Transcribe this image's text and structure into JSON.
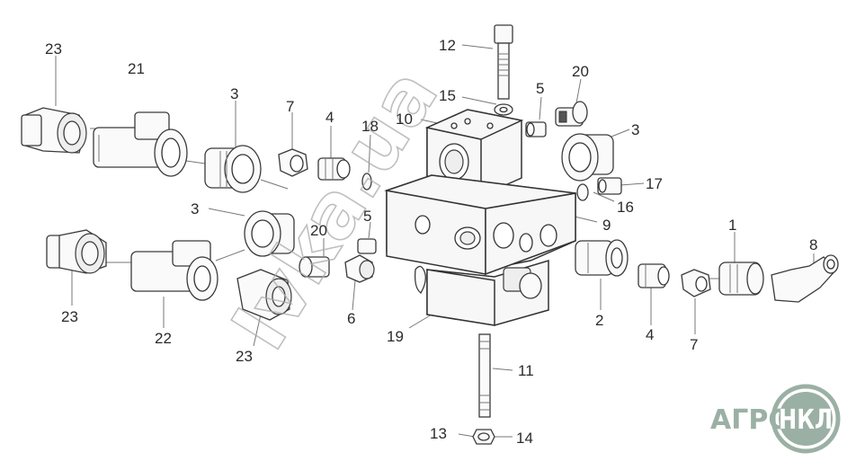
{
  "labels": {
    "l23a": "23",
    "l21": "21",
    "l3a": "3",
    "l7a": "7",
    "l4a": "4",
    "l18": "18",
    "l10": "10",
    "l12": "12",
    "l15": "15",
    "l5a": "5",
    "l20a": "20",
    "l3b": "3",
    "l17": "17",
    "l16": "16",
    "l9": "9",
    "l3c": "3",
    "l20b": "20",
    "l5b": "5",
    "l1": "1",
    "l8": "8",
    "l23b": "23",
    "l22": "22",
    "l23c": "23",
    "l6": "6",
    "l19": "19",
    "l2": "2",
    "l4b": "4",
    "l7b": "7",
    "l11": "11",
    "l13": "13",
    "l14": "14"
  },
  "watermark": "Ivka.ua",
  "logo": {
    "left": "АГРО",
    "right": "НКЛ",
    "ring_color": "#9bb0a4"
  }
}
